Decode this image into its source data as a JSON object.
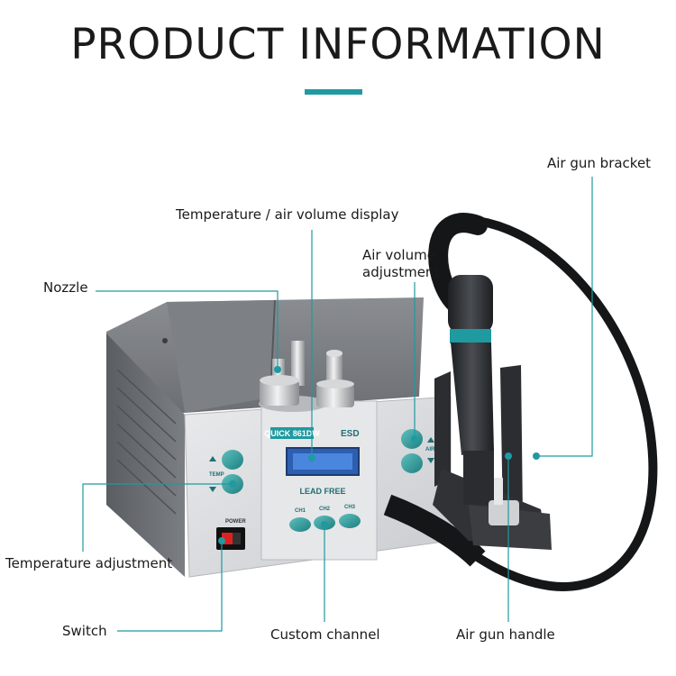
{
  "title": "PRODUCT INFORMATION",
  "colors": {
    "accent": "#1f9aa0",
    "text": "#1a1a1a",
    "line": "#1f9aa0"
  },
  "labels": {
    "display": "Temperature / air volume display",
    "nozzle": "Nozzle",
    "air_volume_1": "Air volume",
    "air_volume_2": "adjustment",
    "bracket": "Air gun bracket",
    "temp_adjust": "Temperature adjustment",
    "switch": "Switch",
    "channel": "Custom channel",
    "handle": "Air gun handle"
  },
  "device": {
    "brand": "QUICK 861DW",
    "esd": "ESD",
    "lead_free": "LEAD FREE",
    "temp": "TEMP",
    "air": "AIR",
    "power": "POWER",
    "ch1": "CH1",
    "ch2": "CH2",
    "ch3": "CH3"
  }
}
